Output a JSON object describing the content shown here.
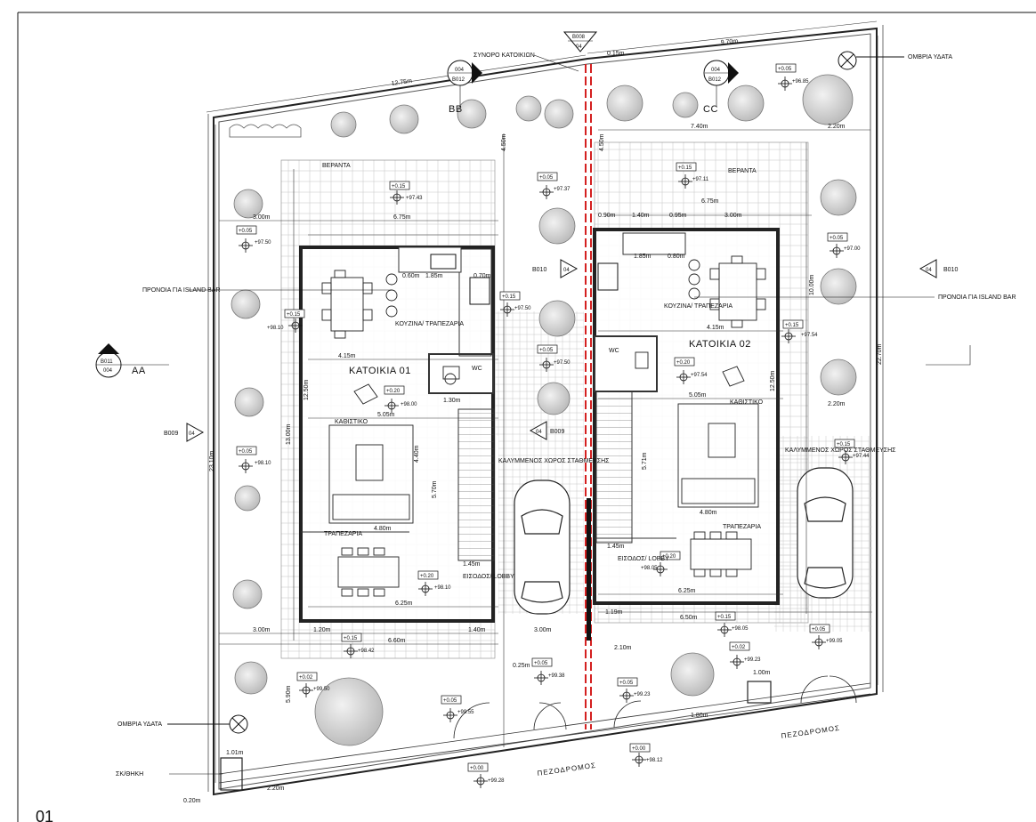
{
  "sheet": {
    "drawing_number": "01"
  },
  "rooms": {
    "house1": "ΚΑΤΟΙΚΙΑ 01",
    "house2": "ΚΑΤΟΙΚΙΑ 02",
    "veranda": "ΒΕΡΑΝΤΑ",
    "kitchen": "ΚΟΥΖΙΝΑ/ ΤΡΑΠΕΖΑΡΙΑ",
    "living": "ΚΑΘΙΣΤΙΚΟ",
    "dining": "ΤΡΑΠΕΖΑΡΙΑ",
    "wc": "WC",
    "entrance": "ΕΙΣΟΔΟΣ/ LOBBY",
    "parking": "ΚΑΛΥΜΜΕΝΟΣ ΧΩΡΟΣ ΣΤΑΘΜΕΥΣΗΣ",
    "storage": "ΣΚ/ΘΗΚΗ"
  },
  "notes": {
    "boundary": "ΣΥΝΟΡΟ ΚΑΤΟΙΚΙΩΝ",
    "rain_left": "ΟΜΒΡΙΑ ΥΔΑΤΑ",
    "rain_right": "ΟΜΒΡΙΑ ΥΔΑΤΑ",
    "island_left": "ΠΡΟΝΟΙΑ ΓΙΑ ISLAND BAR",
    "island_right": "ΠΡΟΝΟΙΑ ΓΙΑ ISLAND BAR",
    "sidewalk_left": "ΠΕΖΟΔΡΟΜΟΣ",
    "sidewalk_right": "ΠΕΖΟΔΡΟΜΟΣ"
  },
  "section_marks": {
    "b008": {
      "code": "B008",
      "num": "04"
    },
    "b012_left": {
      "code": "004",
      "ref": "B012",
      "letter": "BB"
    },
    "b012_right": {
      "code": "004",
      "ref": "B012",
      "letter": "CC"
    },
    "b011": {
      "code": "B011",
      "ref": "004",
      "letter": "AA"
    },
    "b009_left": {
      "code": "B009",
      "num": "04"
    },
    "b009_mid": {
      "code": "B009",
      "num": "04"
    },
    "b010_mid": {
      "code": "B010",
      "num": "04"
    },
    "b010_right": {
      "code": "B010",
      "num": "04"
    }
  },
  "levels": [
    "+0.05",
    "+97.50",
    "+0.15",
    "+97.43",
    "+0.05",
    "+97.37",
    "+0.15",
    "+97.11",
    "+0.05",
    "+96.85",
    "+0.05",
    "+97.00",
    "+0.15",
    "+98.10",
    "+0.15",
    "+97.50",
    "+0.15",
    "+97.54",
    "+0.20",
    "+98.00",
    "+0.05",
    "+97.50",
    "+0.20",
    "+97.54",
    "+0.05",
    "+98.10",
    "+0.15",
    "+97.44",
    "+0.20",
    "+98.10",
    "+0.20",
    "+98.05",
    "+0.15",
    "+98.42",
    "+0.15",
    "+98.05",
    "+0.02",
    "+99.50",
    "+0.05",
    "+99.38",
    "+0.05",
    "+99.23",
    "+0.02",
    "+99.23",
    "+0.05",
    "+99.55",
    "+0.05",
    "+99.05",
    "+0.00",
    "+99.28",
    "+0.00",
    "+98.12"
  ],
  "dimensions": {
    "top_12_75": "12.75m",
    "top_9_70": "9.70m",
    "top_0_15": "0.15m",
    "d_7_40": "7.40m",
    "d_2_20a": "2.20m",
    "d_4_50": "4.50m",
    "d_4_50b": "4.50m",
    "d_3_00a": "3.00m",
    "d_6_75a": "6.75m",
    "d_6_75b": "6.75m",
    "d_1_40a": "1.40m",
    "d_0_95": "0.95m",
    "d_0_90": "0.90m",
    "d_3_00b": "3.00m",
    "d_0_60": "0.60m",
    "d_1_85a": "1.85m",
    "d_1_85b": "1.85m",
    "d_0_70": "0.70m",
    "d_0_80": "0.80m",
    "d_4_15a": "4.15m",
    "d_4_15b": "4.15m",
    "d_5_05a": "5.05m",
    "d_5_05b": "5.05m",
    "d_4_80a": "4.80m",
    "d_4_80b": "4.80m",
    "d_6_25a": "6.25m",
    "d_6_25b": "6.25m",
    "d_23_10": "23.10m",
    "d_22_70": "22.70m",
    "d_12_50a": "12.50m",
    "d_12_50b": "12.50m",
    "d_13_00": "13.00m",
    "d_10_00": "10.00m",
    "d_6_60": "6.60m",
    "d_6_50": "6.50m",
    "d_3_00c": "3.00m",
    "d_3_00d": "3.00m",
    "d_1_20": "1.20m",
    "d_1_40b": "1.40m",
    "d_2_10": "2.10m",
    "d_1_80": "1.80m",
    "d_0_25": "0.25m",
    "d_5_90": "5.90m",
    "d_1_01": "1.01m",
    "d_1_30": "1.30m",
    "d_1_45a": "1.45m",
    "d_1_45b": "1.45m",
    "d_5_70": "5.70m",
    "d_5_71": "5.71m",
    "d_4_40": "4.40m",
    "d_2_20b": "2.20m",
    "d_1_00": "1.00m",
    "d_2_20c": "2.20m",
    "d_0_20": "0.20m",
    "d_1_19": "1.19m"
  },
  "colors": {
    "ink": "#111111",
    "boundary_red": "#d42020",
    "grid": "#b9b9b9",
    "tree": "#c9c9c9"
  }
}
